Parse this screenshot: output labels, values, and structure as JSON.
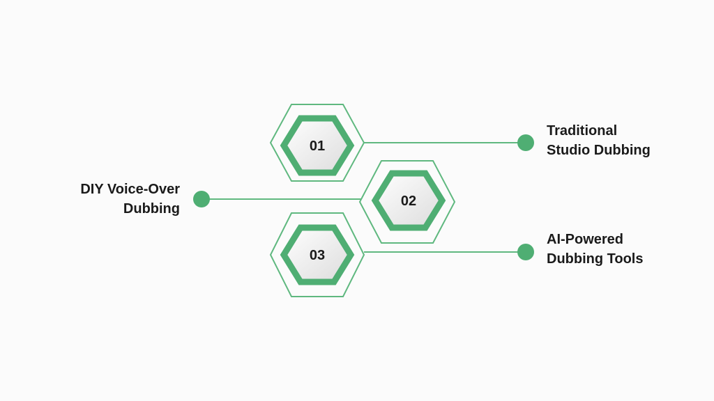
{
  "colors": {
    "accent": "#4fae73",
    "outline": "#5fb87f",
    "hex_fill_light": "#ffffff",
    "hex_fill_shade": "#dedede",
    "text": "#1a1a1a",
    "background": "#fbfbfb"
  },
  "steps": [
    {
      "number": "01",
      "label_line1": "Traditional",
      "label_line2": "Studio Dubbing",
      "side": "right"
    },
    {
      "number": "02",
      "label_line1": "DIY Voice-Over",
      "label_line2": "Dubbing",
      "side": "left"
    },
    {
      "number": "03",
      "label_line1": "AI-Powered",
      "label_line2": "Dubbing Tools",
      "side": "right"
    }
  ]
}
